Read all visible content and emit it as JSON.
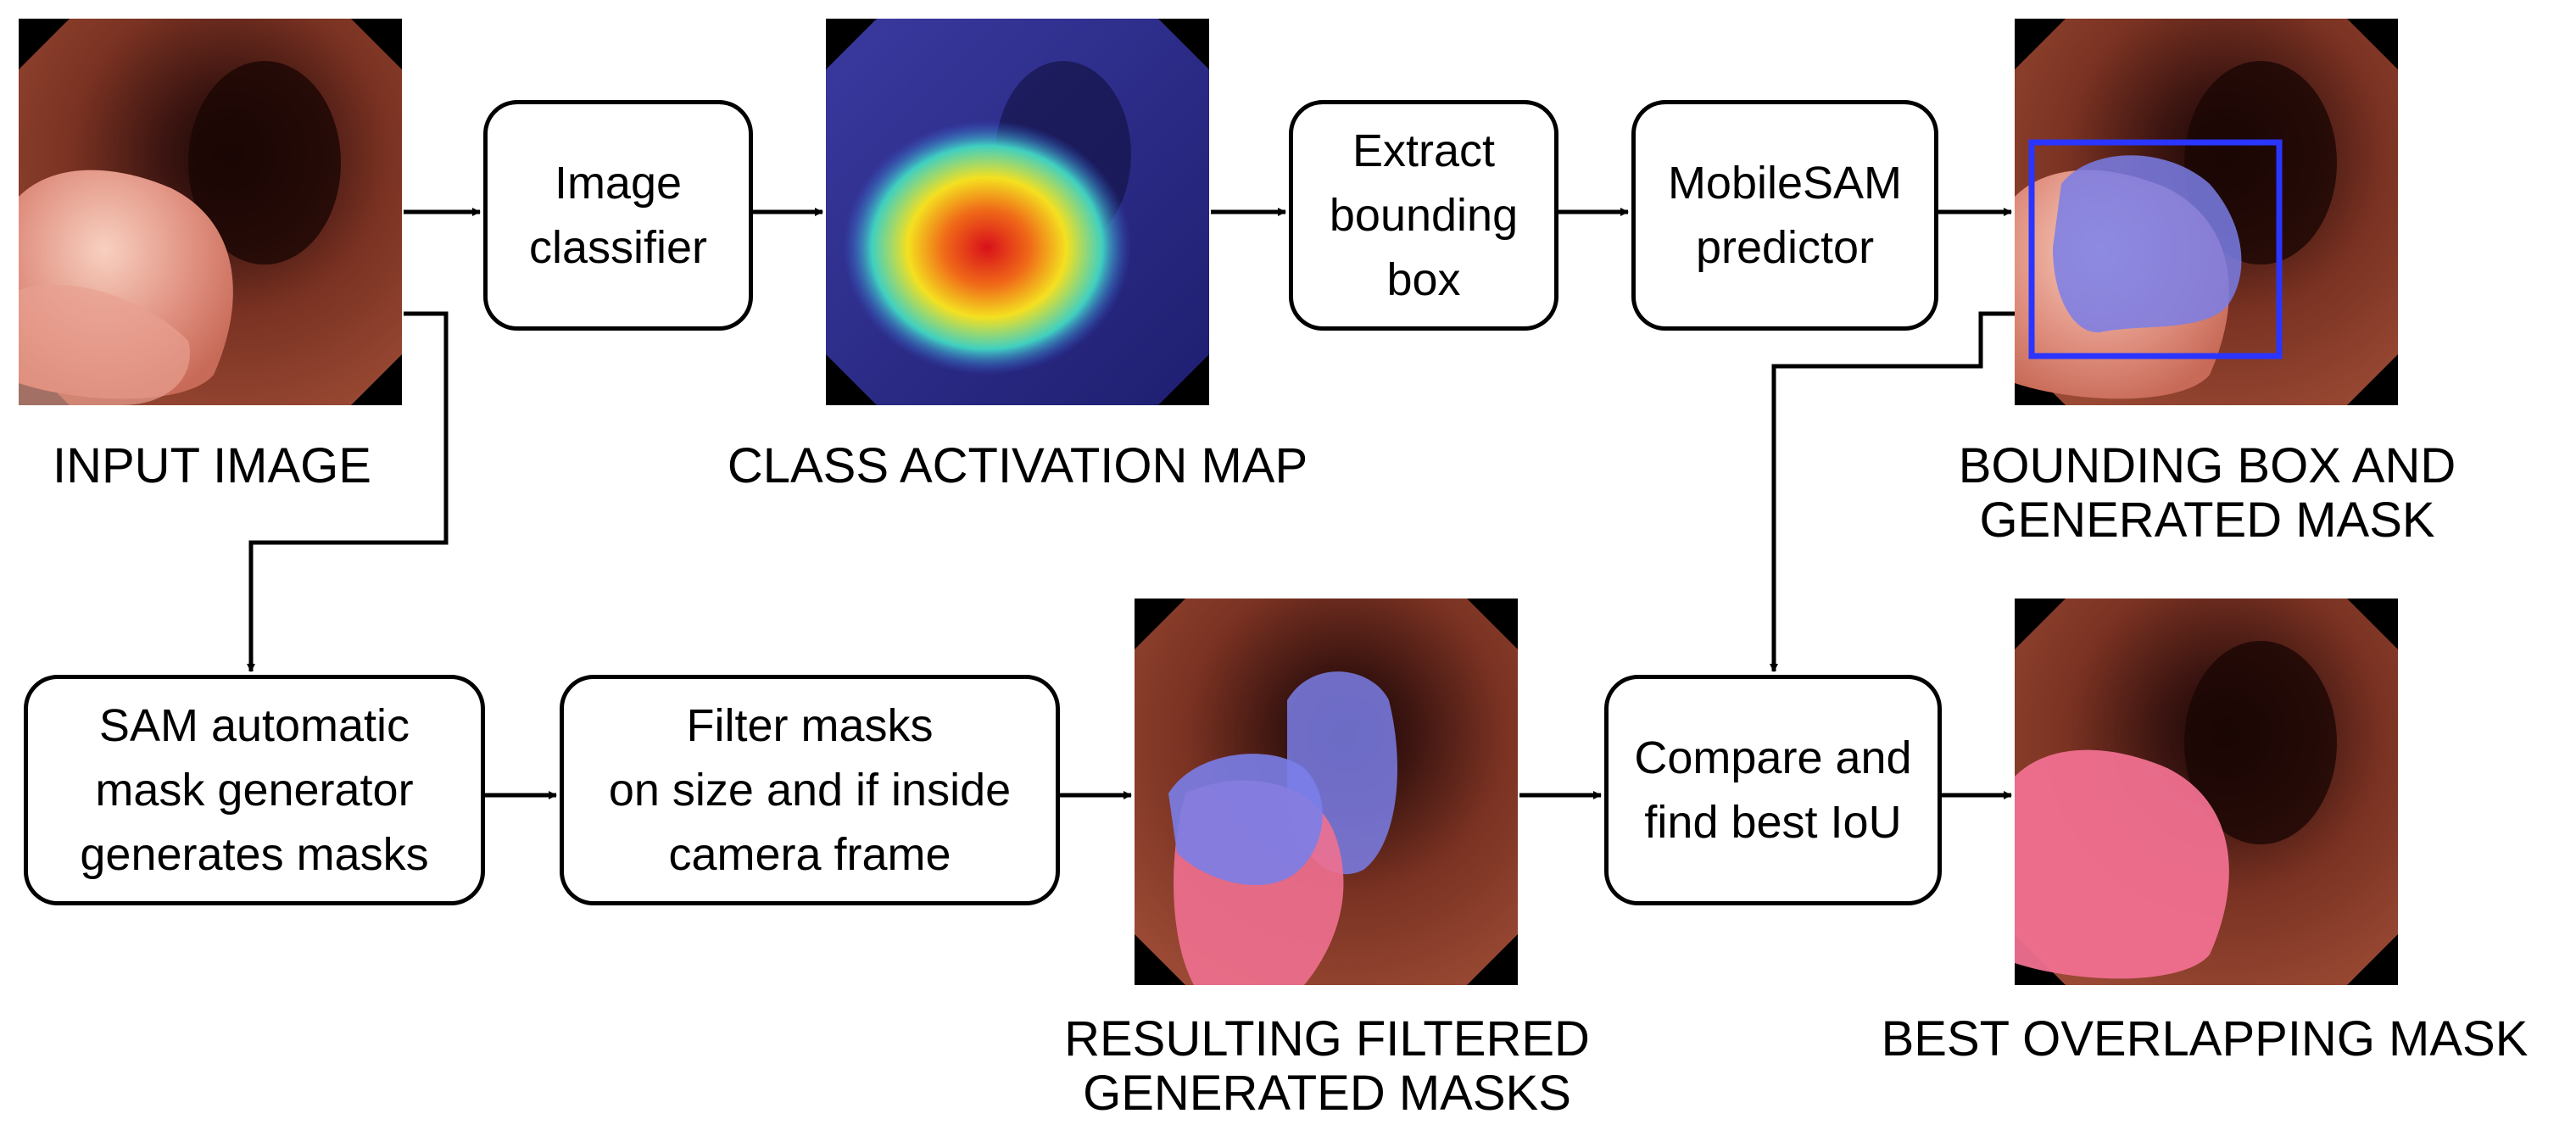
{
  "nodes": {
    "image_classifier": "Image\nclassifier",
    "extract_bbox": "Extract\nbounding\nbox",
    "mobilesam": "MobileSAM\npredictor",
    "sam_auto": "SAM automatic\nmask generator\ngenerates masks",
    "filter_masks": "Filter masks\non size and if inside\ncamera frame",
    "compare_iou": "Compare and\nfind best IoU"
  },
  "captions": {
    "input_image": "INPUT IMAGE",
    "cam": "CLASS ACTIVATION MAP",
    "bbox_mask": "BOUNDING BOX AND\nGENERATED MASK",
    "filtered_masks": "RESULTING FILTERED\nGENERATED MASKS",
    "best_mask": "BEST OVERLAPPING MASK"
  },
  "colors": {
    "tissue_dark": "#3a1410",
    "tissue_mid": "#8a3a28",
    "polyp": "#e8a090",
    "mask_blue": "#7a7ee8",
    "mask_pink": "#f07090",
    "bbox_blue": "#2a35ff",
    "heat_red": "#e8201a",
    "heat_yellow": "#f4e020",
    "cam_bg": "#2a2880"
  }
}
